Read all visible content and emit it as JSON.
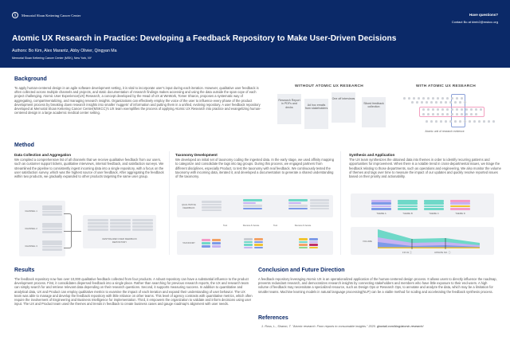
{
  "header": {
    "org": "Memorial Sloan Kettering Cancer Center",
    "questions": "Have questions?",
    "contact": "Contact Bo at kimb2@mskcc.org",
    "title": "Atomic UX Research in Practice: Developing a Feedback Repository to Make User-Driven Decisions",
    "authors": "Authors: Bo Kim, Alex Marantz, Abby Olivier, Qingyan Ma",
    "affiliation": "Memorial Sloan Kettering Cancer Center (MSK), New York, NY"
  },
  "background": {
    "heading": "Background",
    "text": "To apply human-centered design in an agile software development setting, it is vital to incorporate user's input during each iteration. However, qualitative user feedback is often collected across multiple channels and projects, and static documentation of research findings makes accessing and using the data outside the span cope of each project challenging. Atomic User Experience(UX) Research, a concept developed by the Head of UX at WeWork, Tomer Sharon, proposes a systematic way of aggregating, compartmentalizing, and managing research insights. Organizations can effectively employ the voice of the user to influence every phase of the product development process by breaking down research insights into smaller 'nuggets' of information and putting them in a unified, evolving repository. A user feedback repository developed at Memorial Sloan Kettering Cancer Center(MSKCC)'s UX team exemplifies the process of applying Atomic UX Research into practice and evangelizing human-centered design in a large academic medical center setting.",
    "without_title": "WITHOUT ATOMIC UX RESEARCH",
    "cards": [
      "Research Report in PDFs and decks",
      "Ad hoc emails from stakeholders",
      "One off interviews",
      "Siloed feedback collection"
    ],
    "with_title": "WITH ATOMIC UX RESEARCH",
    "with_caption": "Atomic unit of research evidence"
  },
  "method": {
    "heading": "Method",
    "col1": {
      "title": "Data Collection and Aggregation",
      "text": "We compiled a comprehensive list of all channels that we receive qualitative feedback from our users, such as customer support tickets, qualitative interviews, internal feedback, and satisfaction surveys. We streamlined the pipeline to consistently ingest incoming data into a single repository, with a focus on the user satisfaction survey, which was the highest source of user feedback. After aggregating the feedback within two products, we gradually expanded to other products targeting the same user group.",
      "channels": [
        "CHANNEL 1",
        "CHANNEL 2",
        "CHANNEL 3"
      ],
      "repo": "CENTRALIZED USER FEEDBACK REPOSITORY"
    },
    "col2": {
      "title": "Taxonomy Development",
      "text": "We developed an initial set of taxonomy coding the ingested data. In the early stage, we used affinity mapping to categorize and consolidate the tags into tag groups. During this process, we engaged partners from different disciplines, especially Product, to test the taxonomy with real feedback. We continuously tested the taxonomy with incoming data, iterated it, and developed a documentation to generate a shared understanding of the taxonomy.",
      "qual": "QUALITATIVE FEEDBACK",
      "taxonomy": "TAXONOMY",
      "test1": "Test",
      "review1": "Review & Iterate",
      "test2": "Test",
      "review2": "Review & Iterate"
    },
    "col3": {
      "title": "Synthesis and Application",
      "text": "The UX team synthesizes the obtained data into themes in order to identify recurring patterns and opportunities for improvement. When there is a notable trend in cross-departmental issues, we triage the feedback relating to those departments, such as operations and engineering. We also monitor the volume of themes and tags over time to measure the impact of our updates and quickly resolve reported issues based on their priority and actionability.",
      "themes": [
        "THEME A",
        "THEME B",
        "THEME C",
        "THEME D"
      ],
      "volume": "VOLUME",
      "markers": [
        "FIX #1 ⓘ",
        "UPDATE NO. ⓘ"
      ]
    }
  },
  "results": {
    "heading": "Results",
    "text": "The feedback repository now has over 10,000 qualitative feedback collected from four products. A robust repository can have a substantial influence to the product development process. First, it consolidates dispersed feedback into a single place. Rather than searching for previous research reports, the UX and research team can simply search for and retrieve relevant data depending on their research questions. Second, it supports measuring success. In addition to quantitative and analytical data, UX and Product can employ qualitative metrics to examine the impact of each iteration and expand their understanding of user behavior. The UX team was able to manage and develop the feedback repository with little reliance on other teams. This level of agency contrasts with quantitative metrics, which often require the involvement of Engineering and Business Intelligence for implementation. Third, it empowers the organization to validate and inform decisions using user input. The UX and Product team used the themes and trends in feedback to create business cases and gauge roadmap's alignment with user needs."
  },
  "conclusion": {
    "heading": "Conclusion and Future Direction",
    "text": "A feedback repository leveraging Atomic UX is an operationalized application of the human-centered design process. It allows users to directly influence the roadmap, prevents redundant research, and democratizes research insights by connecting stakeholders and members who have little exposure to their end-users. A high volume of feedback may necessitate a specialized resource, such as Design Ops or Research Ops, to annotate and analyze the data, which may be a limitation for smaller teams. Machine learning models in natural language processing(NLP) can be a viable method for scaling and accelerating the feedback synthesis process."
  },
  "references": {
    "heading": "References",
    "item": "1. Ross, L., Sharon, T. \"Atomic research: From reports to consumable insights.\" 2020.",
    "link": "glowtail.com/blog/atomic-research/"
  },
  "colors": {
    "navy": "#0b2968",
    "teal": "#6fd8c8",
    "purple": "#c6b3f2",
    "blue": "#7d9ae8",
    "pink": "#f59ac7",
    "yellow": "#f0c430",
    "orange": "#f3a265",
    "green": "#8fd98b"
  }
}
